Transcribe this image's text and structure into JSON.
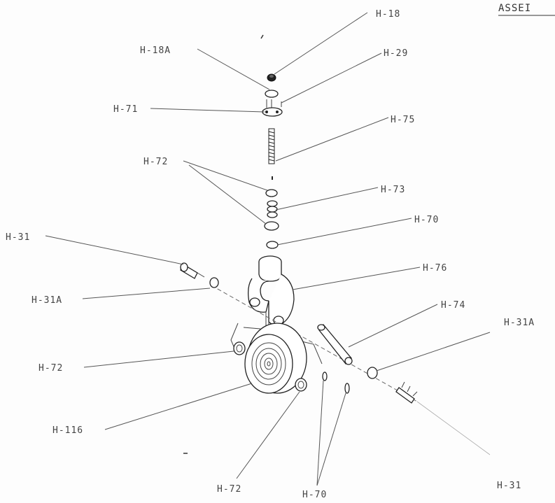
{
  "header": {
    "title": "ASSEI"
  },
  "callouts": [
    {
      "id": "h18",
      "text": "H-18"
    },
    {
      "id": "h18a",
      "text": "H-18A"
    },
    {
      "id": "h29",
      "text": "H-29"
    },
    {
      "id": "h71",
      "text": "H-71"
    },
    {
      "id": "h75",
      "text": "H-75"
    },
    {
      "id": "h72a",
      "text": "H-72"
    },
    {
      "id": "h73",
      "text": "H-73"
    },
    {
      "id": "h70a",
      "text": "H-70"
    },
    {
      "id": "h31a",
      "text": "H-31"
    },
    {
      "id": "h76",
      "text": "H-76"
    },
    {
      "id": "h31Aa",
      "text": "H-31A"
    },
    {
      "id": "h74",
      "text": "H-74"
    },
    {
      "id": "h31Ab",
      "text": "H-31A"
    },
    {
      "id": "h72b",
      "text": "H-72"
    },
    {
      "id": "h116",
      "text": "H-116"
    },
    {
      "id": "h72c",
      "text": "H-72"
    },
    {
      "id": "h70b",
      "text": "H-70"
    },
    {
      "id": "h31b",
      "text": "H-31"
    }
  ]
}
